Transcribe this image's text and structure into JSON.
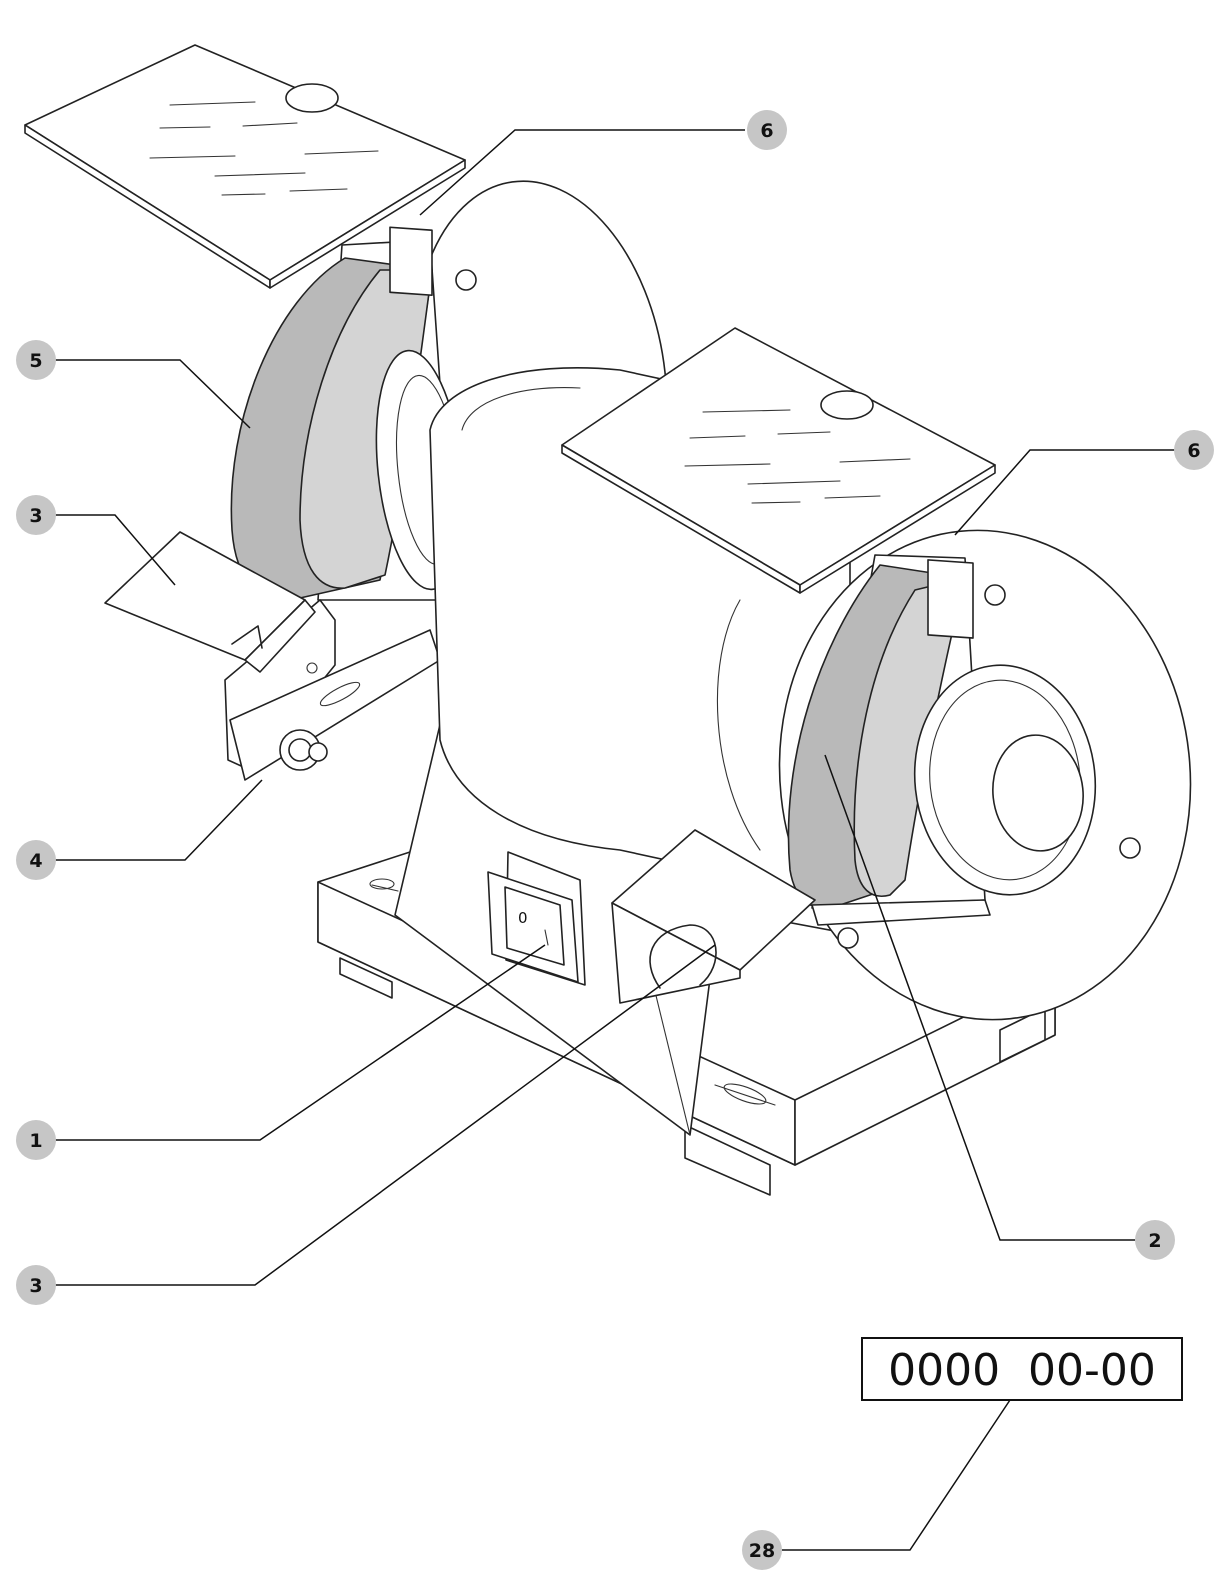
{
  "callouts": [
    {
      "id": "6a",
      "number": "6"
    },
    {
      "id": "6b",
      "number": "6"
    },
    {
      "id": "5",
      "number": "5"
    },
    {
      "id": "3a",
      "number": "3"
    },
    {
      "id": "4",
      "number": "4"
    },
    {
      "id": "1",
      "number": "1"
    },
    {
      "id": "3b",
      "number": "3"
    },
    {
      "id": "2",
      "number": "2"
    },
    {
      "id": "28",
      "number": "28"
    }
  ],
  "serial_plate": {
    "text": "0000  00-00"
  },
  "switch_mark": "0",
  "colors": {
    "badge": "#c6c6c6",
    "stone": "#b9b9b9",
    "line": "#222222"
  }
}
